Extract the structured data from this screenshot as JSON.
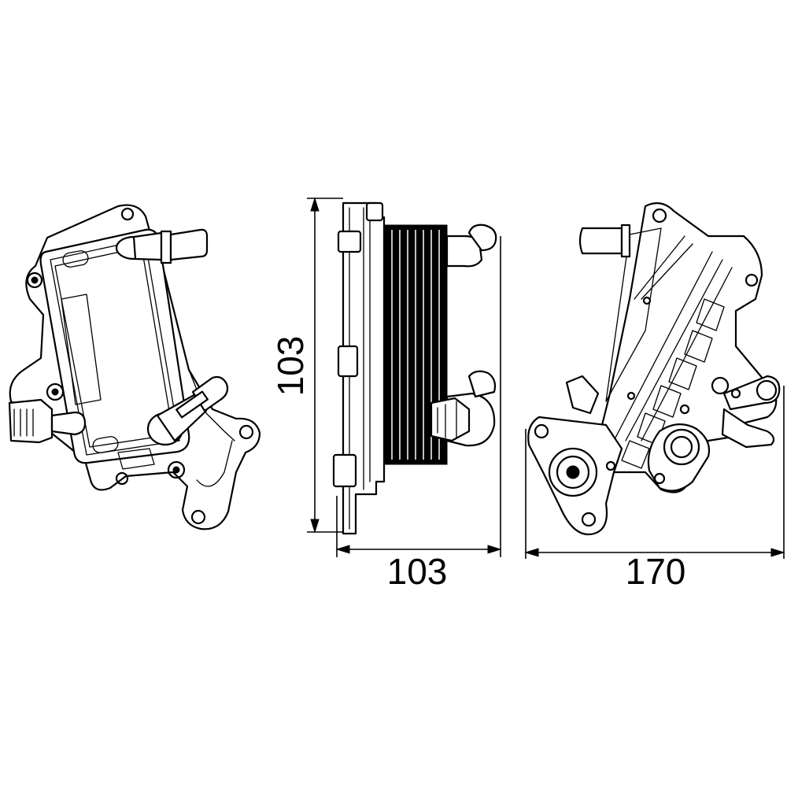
{
  "dimensions": {
    "height_label": "103",
    "depth_label": "103",
    "width_label": "170"
  }
}
